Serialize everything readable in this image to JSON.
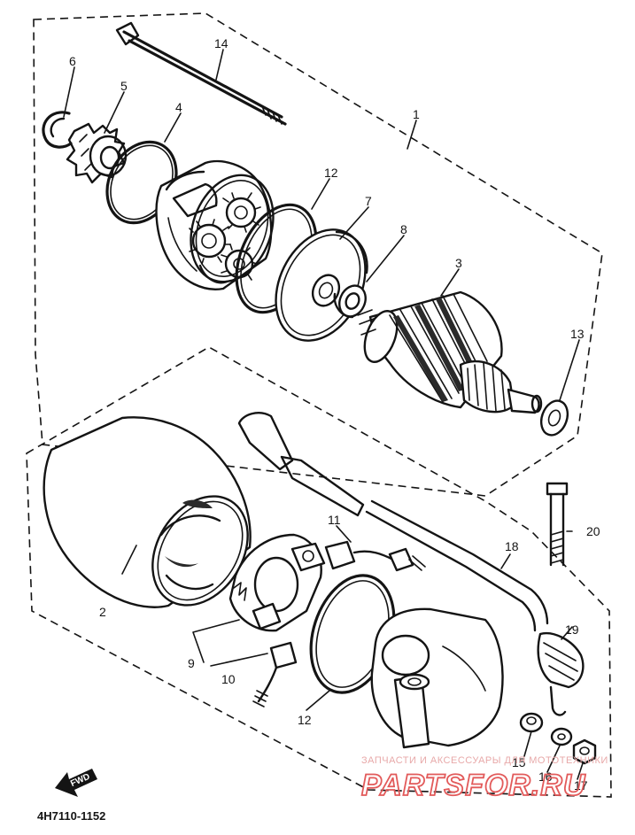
{
  "callouts": [
    {
      "id": "1",
      "label": "1"
    },
    {
      "id": "2",
      "label": "2"
    },
    {
      "id": "3",
      "label": "3"
    },
    {
      "id": "4",
      "label": "4"
    },
    {
      "id": "5",
      "label": "5"
    },
    {
      "id": "6",
      "label": "6"
    },
    {
      "id": "7",
      "label": "7"
    },
    {
      "id": "8",
      "label": "8"
    },
    {
      "id": "9",
      "label": "9"
    },
    {
      "id": "10",
      "label": "10"
    },
    {
      "id": "11",
      "label": "11"
    },
    {
      "id": "12a",
      "label": "12"
    },
    {
      "id": "12b",
      "label": "12"
    },
    {
      "id": "13",
      "label": "13"
    },
    {
      "id": "14",
      "label": "14"
    },
    {
      "id": "15",
      "label": "15"
    },
    {
      "id": "16",
      "label": "16"
    },
    {
      "id": "17",
      "label": "17"
    },
    {
      "id": "18",
      "label": "18"
    },
    {
      "id": "19",
      "label": "19"
    },
    {
      "id": "20",
      "label": "20"
    }
  ],
  "diagram_code": "4H7110-1152",
  "fwd_label": "FWD",
  "watermark": {
    "tagline": "ЗАПЧАСТИ И АКСЕССУАРЫ ДЛЯ МОТОТЕХНИКИ",
    "brand": "PARTSFOR.RU",
    "color": "#e25a5a"
  }
}
